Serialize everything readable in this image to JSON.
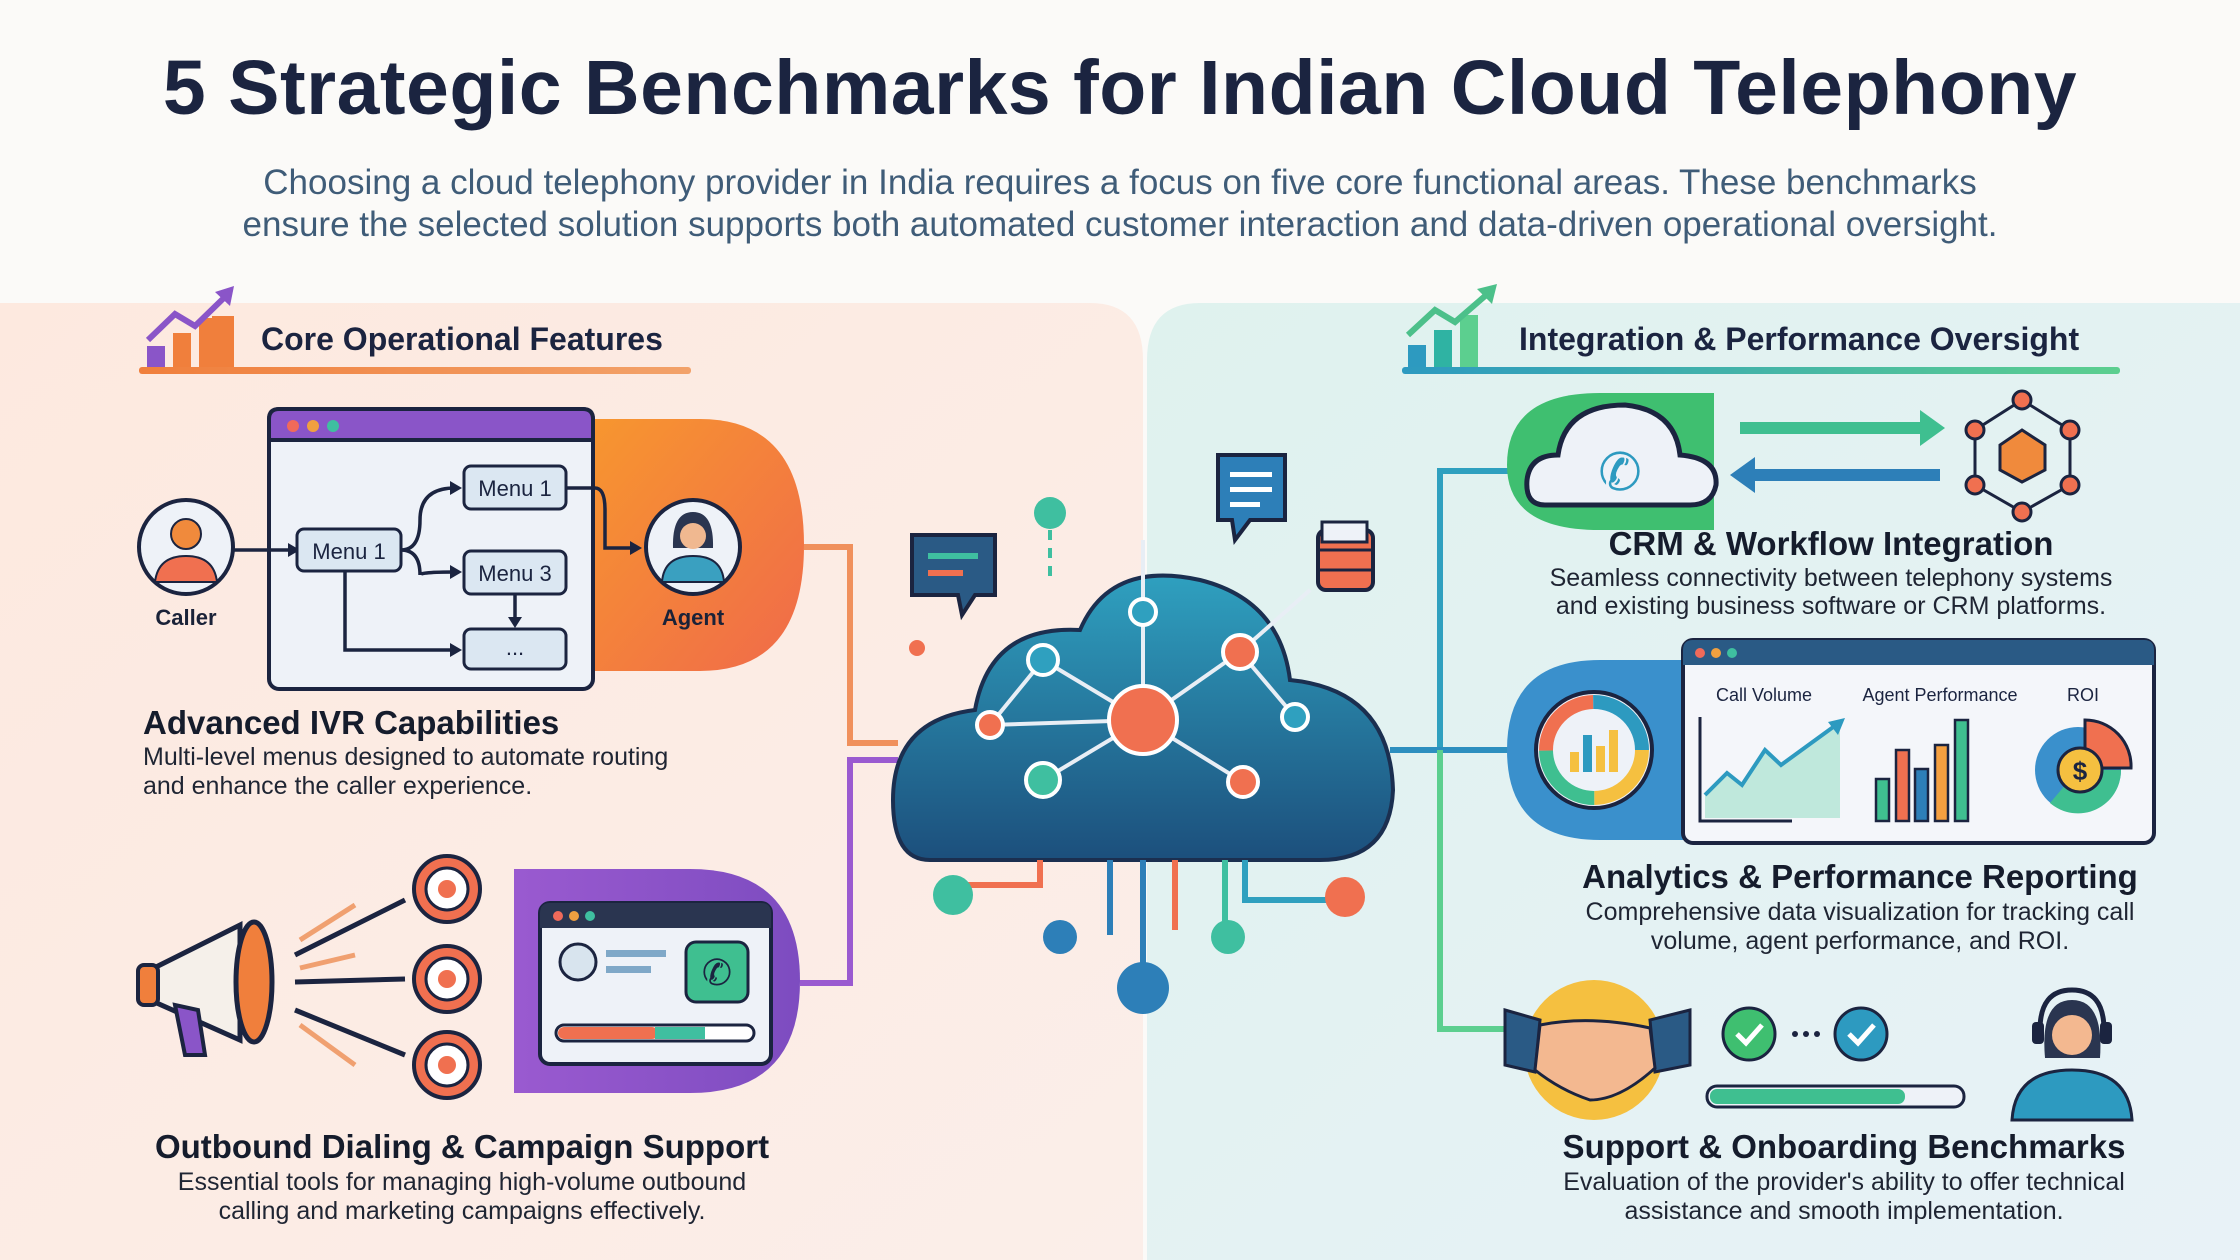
{
  "title": "5 Strategic Benchmarks for Indian Cloud Telephony",
  "subtitle": {
    "line1": "Choosing a cloud telephony provider in India requires a focus on five core functional areas. These benchmarks",
    "line2": "ensure the selected solution supports both automated customer interaction and data-driven operational oversight."
  },
  "left": {
    "header": "Core Operational Features",
    "ivr": {
      "title": "Advanced IVR Capabilities",
      "desc1": "Multi-level menus designed to automate routing",
      "desc2": "and enhance the caller experience.",
      "caller_label": "Caller",
      "agent_label": "Agent",
      "menus": [
        "Menu 1",
        "Menu 1",
        "Menu 3",
        "..."
      ]
    },
    "outbound": {
      "title": "Outbound Dialing & Campaign Support",
      "desc1": "Essential tools for managing high-volume outbound",
      "desc2": "calling and marketing campaigns effectively."
    }
  },
  "right": {
    "header": "Integration & Performance Oversight",
    "crm": {
      "title": "CRM & Workflow Integration",
      "desc1": "Seamless connectivity between telephony systems",
      "desc2": "and existing business software or CRM platforms."
    },
    "analytics": {
      "title": "Analytics & Performance Reporting",
      "desc1": "Comprehensive data visualization for tracking call",
      "desc2": "volume, agent performance, and ROI.",
      "labels": [
        "Call Volume",
        "Agent Performance",
        "ROI"
      ],
      "roi_symbol": "$"
    },
    "support": {
      "title": "Support & Onboarding Benchmarks",
      "desc1": "Evaluation of the provider's ability to offer technical",
      "desc2": "assistance and smooth implementation."
    }
  },
  "colors": {
    "orange": "#f07f3c",
    "purple": "#8a55c8",
    "teal": "#2fb3a3",
    "blue": "#2d7fb8",
    "navy": "#1b2440"
  }
}
